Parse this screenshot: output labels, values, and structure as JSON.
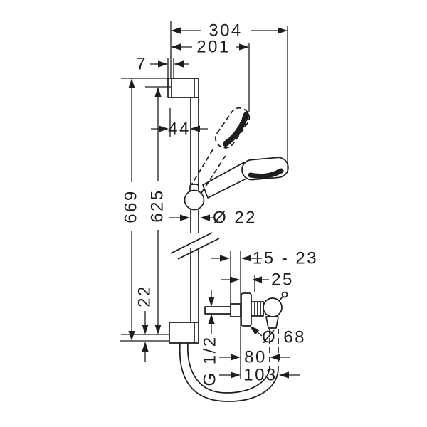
{
  "drawing": {
    "kind": "shower-set technical dimension drawing",
    "colors": {
      "line": "#1d1d1b",
      "background": "#ffffff"
    },
    "dimensions": {
      "overall_width": "304",
      "holder_width": "201",
      "top_offset": "7",
      "wall_offset": "44",
      "rail_length": "669",
      "hole_distance": "625",
      "rail_diameter": "Ø 22",
      "bottom_offset": "22",
      "depth_range": "15 - 23",
      "valve_depth": "25",
      "thread": "G 1/2",
      "escutcheon_diameter": "Ø 68",
      "outlet_distance": "80",
      "hose_distance": "103"
    }
  }
}
